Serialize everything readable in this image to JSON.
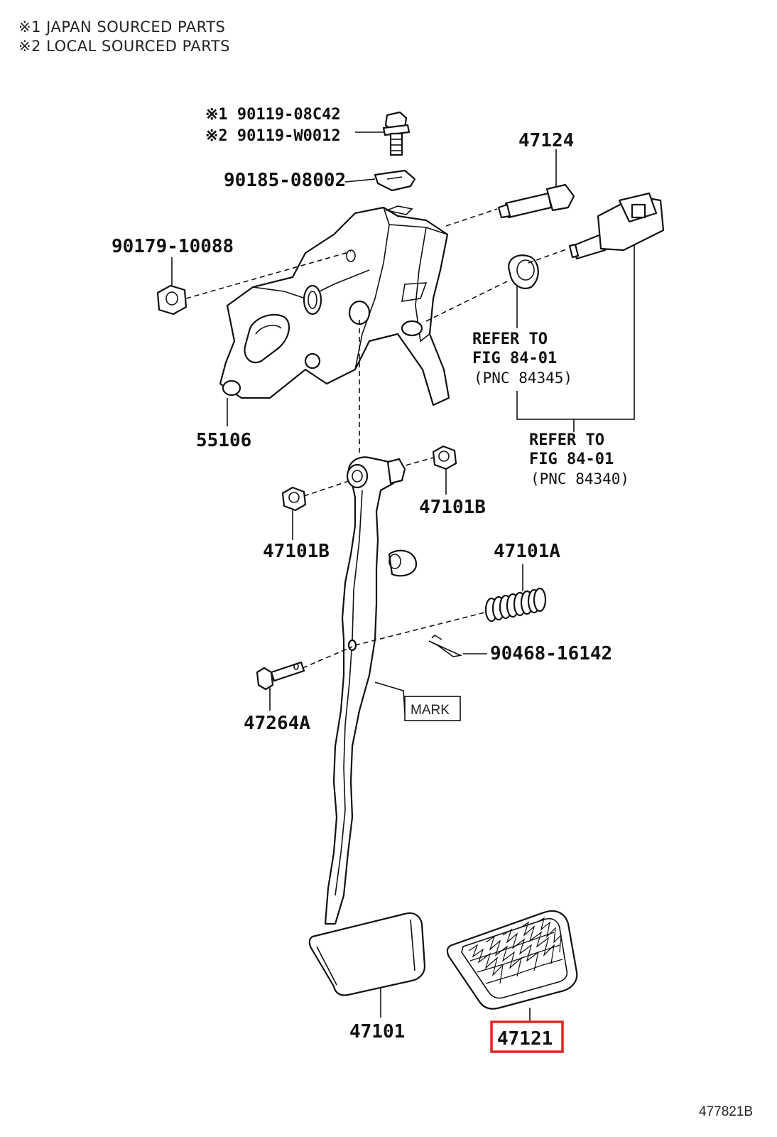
{
  "notes": {
    "line1": "※1 JAPAN SOURCED PARTS",
    "line2": "※2 LOCAL SOURCED PARTS"
  },
  "labels": {
    "bolt_jp": "※1 90119-08C42",
    "bolt_local": "※2 90119-W0012",
    "clip_nut": "90185-08002",
    "pin_bolt": "47124",
    "nut": "90179-10088",
    "bracket": "55106",
    "refer1_line1": "REFER TO",
    "refer1_line2": "FIG 84-01",
    "refer1_line3": "(PNC 84345)",
    "refer2_line1": "REFER TO",
    "refer2_line2": "FIG 84-01",
    "refer2_line3": "(PNC 84340)",
    "bushing_left": "47101B",
    "bushing_right": "47101B",
    "spring": "47101A",
    "clip_pin": "90468-16142",
    "mark": "MARK",
    "pin": "47264A",
    "pedal_arm": "47101",
    "pedal_pad": "47121",
    "figure_id": "477821B"
  },
  "highlight": {
    "color": "#e0261f",
    "part": "47121"
  }
}
